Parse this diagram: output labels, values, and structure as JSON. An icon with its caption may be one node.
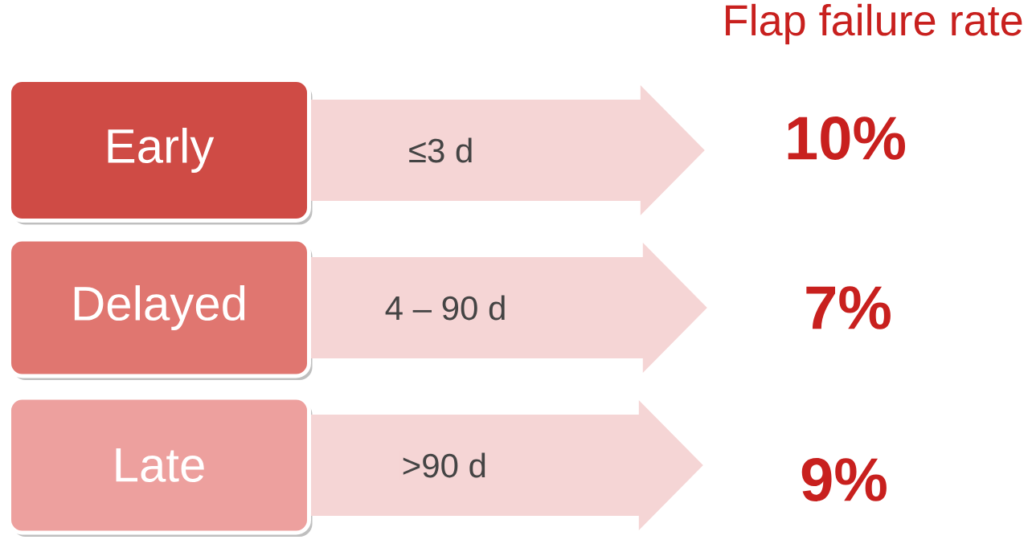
{
  "diagram": {
    "title": "Flap failure rate",
    "nodes": [
      {
        "text": [
          "Early"
        ]
      },
      {
        "text": [
          "Delayed"
        ]
      },
      {
        "text": [
          "Late"
        ]
      },
      {
        "text": [
          "10%"
        ]
      },
      {
        "text": [
          "7%"
        ]
      },
      {
        "text": [
          "9%"
        ]
      }
    ],
    "edges": [
      {
        "from": 0,
        "to": 3,
        "arrow": "to",
        "label": "≤3 d"
      },
      {
        "from": 1,
        "to": 4,
        "arrow": "to",
        "label": "4 – 90 d"
      },
      {
        "from": 2,
        "to": 5,
        "arrow": "to",
        "label": ">90 d"
      }
    ]
  }
}
